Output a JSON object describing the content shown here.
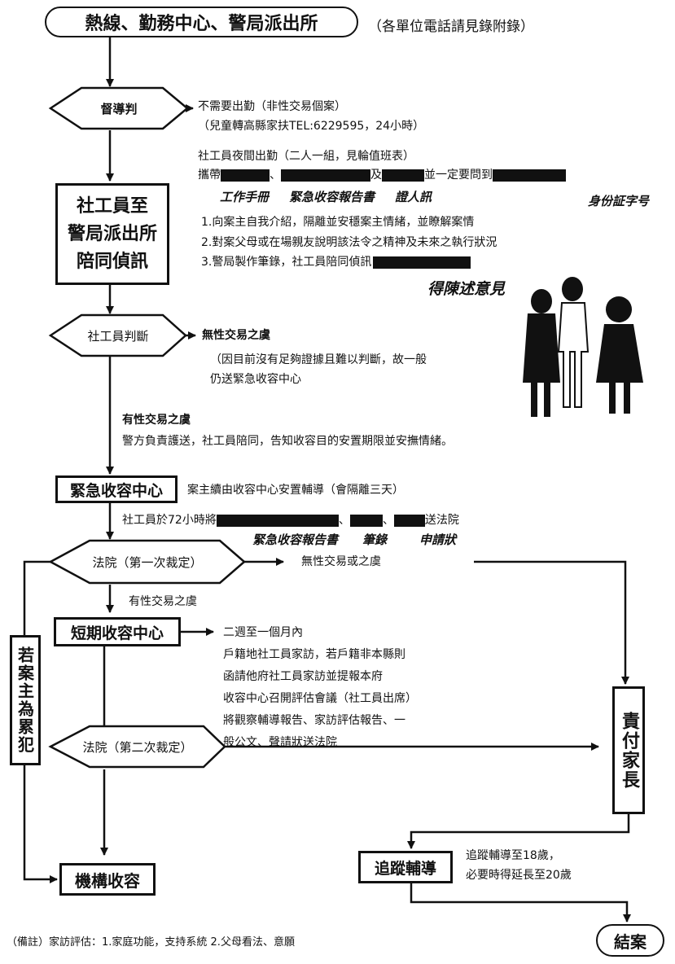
{
  "header": {
    "start_label": "熱線、勤務中心、警局派出所",
    "phone_note": "（各單位電話請見錄附錄）"
  },
  "step1": {
    "decision": "督導判",
    "no_dispatch": "不需要出勤（非性交易個案）",
    "no_dispatch_note": "（兒童轉高縣家扶TEL:6229595，24小時）",
    "night_dispatch": "社工員夜間出勤（二人一組，見輪值班表）",
    "carry_prefix": "攜帶",
    "carry_and": "及",
    "carry_suffix": "並一定要問到",
    "hand_items": [
      "工作手冊",
      "緊急收容報告書",
      "證人訊",
      "身份証字号"
    ]
  },
  "box_police": {
    "label_lines": [
      "社工員至",
      "警局派出所",
      "陪同偵訊"
    ]
  },
  "police_steps": [
    "1.向案主自我介紹，隔離並安穩案主情緒，並瞭解案情",
    "2.對案父母或在場親友說明該法令之精神及未來之執行狀況",
    "3.警局製作筆錄，社工員陪同偵訊"
  ],
  "hand_note_opinion": "得陳述意見",
  "step2": {
    "decision": "社工員判斷",
    "no_sex_trade": "無性交易之虞",
    "no_sex_trade_note_1": "（因目前沒有足夠證據且難以判斷，故一般",
    "no_sex_trade_note_2": "仍送緊急收容中心",
    "has_sex_trade": "有性交易之虞",
    "has_sex_trade_note": "警方負責護送，社工員陪同，告知收容目的安置期限並安撫情緒。"
  },
  "box_emergency": {
    "label": "緊急收容中心",
    "note": "案主續由收容中心安置輔導（會隔離三天）"
  },
  "step3": {
    "within_72": "社工員於72小時將",
    "within_72_suffix": "送法院",
    "hand_items": [
      "緊急收容報告書",
      "筆錄",
      "申請狀"
    ],
    "decision": "法院（第一次裁定）",
    "no_sex_trade": "無性交易或之虞",
    "has_sex_trade": "有性交易之虞"
  },
  "box_short": {
    "label": "短期收容中心",
    "notes": [
      "二週至一個月內",
      "戶籍地社工員家訪，若戶籍非本縣則",
      "函請他府社工員家訪並提報本府",
      "收容中心召開評估會議（社工員出席）",
      "將觀察輔導報告、家訪評估報告、一",
      "般公文、聲請狀送法院"
    ]
  },
  "side_box": {
    "label": "若案主為累犯"
  },
  "step4": {
    "decision": "法院（第二次裁定）"
  },
  "box_parents": {
    "label": "責付家長"
  },
  "box_institution": {
    "label": "機構收容"
  },
  "box_followup": {
    "label": "追蹤輔導",
    "note_1": "追蹤輔導至18歲，",
    "note_2": "必要時得延長至20歲"
  },
  "end_label": "結案",
  "footnote": "（備註）家訪評估：1.家庭功能，支持系統 2.父母看法、意願"
}
